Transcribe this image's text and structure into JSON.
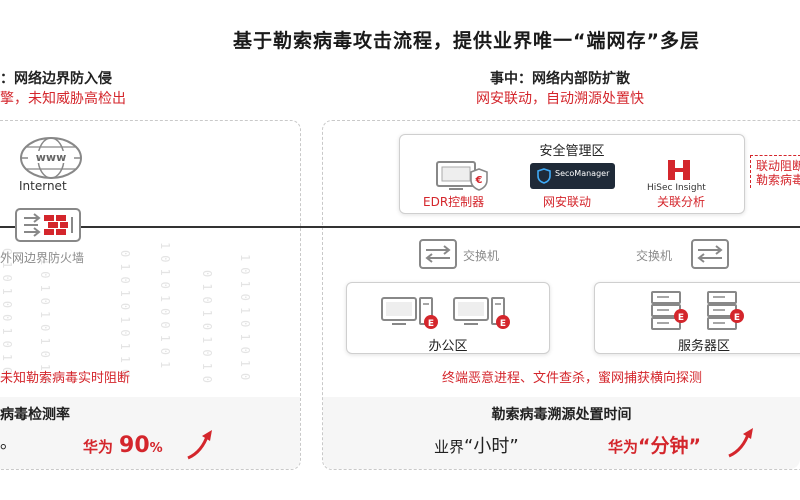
{
  "title": "基于勒索病毒攻击流程，提供业界唯一“端网存”多层",
  "left": {
    "heading": "：网络边界防入侵",
    "subheading": "擎，未知威胁高检出",
    "internet_label": "Internet",
    "firewall_label": "外网边界防火墙",
    "realtime_text": "未知勒索病毒实时阻断",
    "bottom_title": "病毒检测率",
    "bottom_left": "。",
    "huawei_prefix": "华为",
    "huawei_value": "90",
    "huawei_unit": "%"
  },
  "middle": {
    "heading": "事中：网络内部防扩散",
    "subheading": "网安联动，自动溯源处置快",
    "mgmt_title": "安全管理区",
    "mgmt_items": [
      {
        "label": "EDR控制器"
      },
      {
        "label": "网安联动",
        "product": "SecoManager"
      },
      {
        "label": "关联分析",
        "product": "HiSec Insight"
      }
    ],
    "switch_label": "交换机",
    "office_label": "办公区",
    "server_label": "服务器区",
    "detect_text": "终端恶意进程、文件查杀，蜜网捕获横向探测",
    "bottom_title": "勒索病毒溯源处置时间",
    "industry_prefix": "业界",
    "industry_value": "“小时”",
    "huawei_prefix": "华为",
    "huawei_value": "“分钟”",
    "endpoint_badge": "E"
  },
  "right": {
    "line1": "联动阻断",
    "line2": "勒索病毒"
  },
  "binary_cols": [
    "0101001010",
    "1010101010",
    "0101010110",
    "1010100101",
    "0101010101",
    "1010101010"
  ]
}
